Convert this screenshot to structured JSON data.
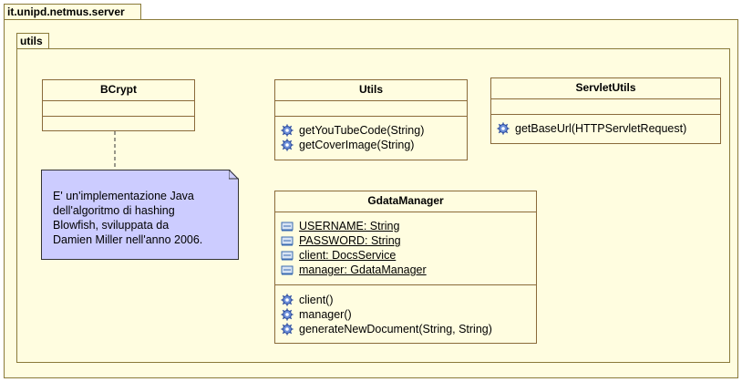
{
  "outer_package": {
    "name": "it.unipd.netmus.server"
  },
  "inner_package": {
    "name": "utils"
  },
  "classes": {
    "bcrypt": {
      "name": "BCrypt"
    },
    "utils": {
      "name": "Utils",
      "methods": [
        "getYouTubeCode(String)",
        "getCoverImage(String)"
      ]
    },
    "servlet_utils": {
      "name": "ServletUtils",
      "methods": [
        "getBaseUrl(HTTPServletRequest)"
      ]
    },
    "gdata_manager": {
      "name": "GdataManager",
      "attributes": [
        "USERNAME: String",
        "PASSWORD: String",
        "client: DocsService",
        "manager: GdataManager"
      ],
      "methods": [
        "client()",
        "manager()",
        "generateNewDocument(String, String)"
      ]
    }
  },
  "note": {
    "lines": [
      "E' un'implementazione Java",
      "dell'algoritmo di hashing",
      "Blowfish, sviluppata da",
      "Damien Miller nell'anno 2006."
    ]
  },
  "colors": {
    "package_fill": "#fffde0",
    "class_border": "#8a6a3a",
    "note_fill": "#ccccff",
    "method_icon": "#3a5ec8",
    "attribute_icon": "#3a6ab0"
  },
  "icons": {
    "method": "method-gear-icon",
    "attribute": "attribute-field-icon"
  }
}
